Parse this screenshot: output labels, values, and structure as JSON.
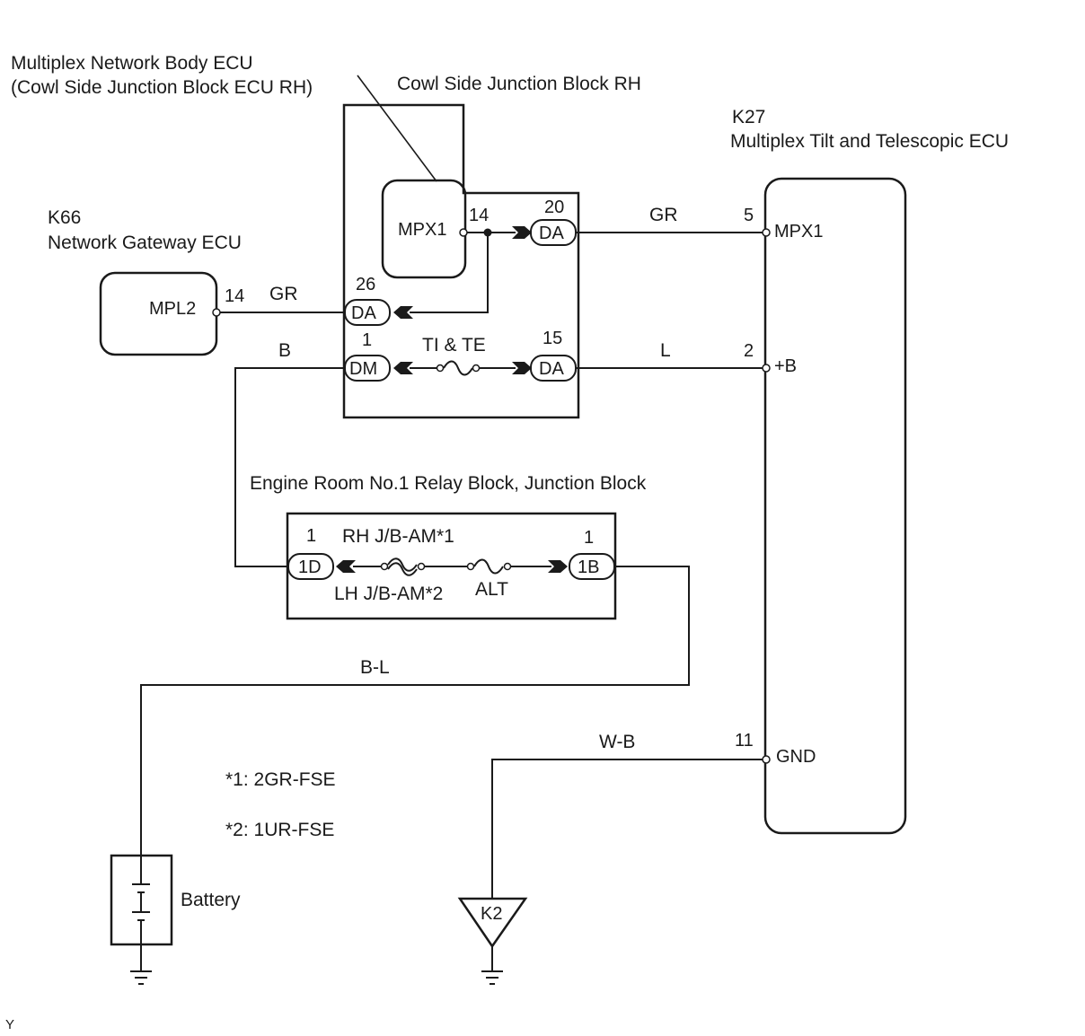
{
  "labels": {
    "body_ecu_line1": "Multiplex Network Body ECU",
    "body_ecu_line2": "(Cowl Side Junction Block ECU RH)",
    "cowl_jb": "Cowl Side Junction Block RH",
    "k27_code": "K27",
    "k27_name": "Multiplex Tilt and Telescopic ECU",
    "k66_code": "K66",
    "k66_name": "Network Gateway ECU",
    "engine_room": "Engine Room No.1 Relay Block, Junction Block",
    "battery": "Battery",
    "note1": "*1: 2GR-FSE",
    "note2": "*2: 1UR-FSE",
    "corner": "Y"
  },
  "terminals": {
    "body_mpx1": "MPX1",
    "k66_mpl2": "MPL2",
    "k27_mpx1": "MPX1",
    "k27_b": "+B",
    "k27_gnd": "GND"
  },
  "pins": {
    "body_mpx1": "14",
    "cowl_da20": "20",
    "cowl_da26": "26",
    "cowl_dm1": "1",
    "cowl_da15": "15",
    "k66_mpl2": "14",
    "k27_mpx1": "5",
    "k27_b": "2",
    "k27_gnd": "11",
    "er_1d": "1",
    "er_1b": "1"
  },
  "connectors": {
    "da20": "DA",
    "da26": "DA",
    "dm1": "DM",
    "da15": "DA",
    "c1d": "1D",
    "c1b": "1B"
  },
  "wire_colors": {
    "gr_top": "GR",
    "gr_k66": "GR",
    "b": "B",
    "l": "L",
    "bl": "B-L",
    "wb": "W-B"
  },
  "fuses": {
    "ti_te": "TI & TE",
    "rh_jb": "RH J/B-AM*1",
    "lh_jb": "LH J/B-AM*2",
    "alt": "ALT"
  },
  "ground": {
    "k2": "K2"
  }
}
